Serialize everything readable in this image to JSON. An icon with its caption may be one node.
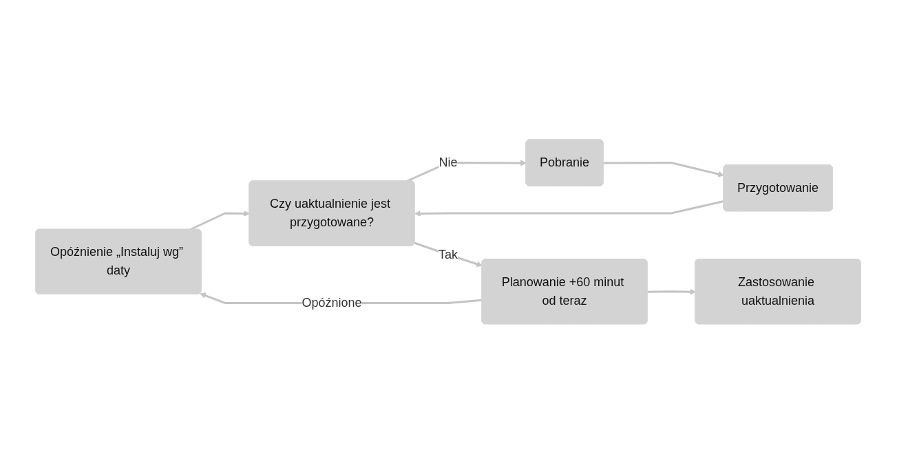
{
  "diagram": {
    "nodes": [
      {
        "text": [
          "Opóźnienie „Instaluj wg” daty"
        ]
      },
      {
        "text": [
          "Czy uaktualnienie jest przygotowane?"
        ]
      },
      {
        "text": [
          "Pobranie"
        ]
      },
      {
        "text": [
          "Przygotowanie"
        ]
      },
      {
        "text": [
          "Planowanie +60 minut od teraz"
        ]
      },
      {
        "text": [
          "Zastosowanie uaktualnienia"
        ]
      }
    ],
    "edges": [
      {
        "from": 0,
        "to": 1,
        "arrow": "to"
      },
      {
        "from": 1,
        "to": 2,
        "arrow": "to",
        "label": "Nie"
      },
      {
        "from": 1,
        "to": 4,
        "arrow": "to",
        "label": "Tak"
      },
      {
        "from": 2,
        "to": 3,
        "arrow": "to"
      },
      {
        "from": 3,
        "to": 1,
        "arrow": "to"
      },
      {
        "from": 4,
        "to": 0,
        "arrow": "to",
        "label": "Opóźnione"
      },
      {
        "from": 4,
        "to": 5,
        "arrow": "to"
      }
    ]
  }
}
